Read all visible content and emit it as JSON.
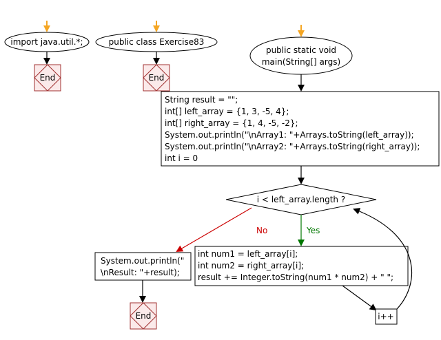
{
  "colors": {
    "entry_arrow": "#f5a623",
    "flow": "#000000",
    "no_branch": "#cc0000",
    "yes_branch": "#007700",
    "end_box": "#a03030",
    "end_fill": "#fbeaea"
  },
  "nodes": {
    "import_stmt": "import java.util.*;",
    "class_decl": "public class Exercise83",
    "main_line1": "public static void",
    "main_line2": "main(String[] args)",
    "end_label": "End",
    "init_lines": [
      "String result = \"\";",
      "int[] left_array = {1, 3, -5, 4};",
      "int[] right_array = {1, 4, -5, -2};",
      "System.out.println(\"\\nArray1: \"+Arrays.toString(left_array));",
      "System.out.println(\"\\nArray2: \"+Arrays.toString(right_array));",
      "int i = 0"
    ],
    "condition": "i < left_array.length ?",
    "no_label": "No",
    "yes_label": "Yes",
    "print_lines": [
      "System.out.println(\"",
      "\\nResult: \"+result);"
    ],
    "body_lines": [
      "int num1 = left_array[i];",
      "int num2 = right_array[i];",
      "result += Integer.toString(num1 * num2) + \" \";"
    ],
    "increment": "i++"
  }
}
